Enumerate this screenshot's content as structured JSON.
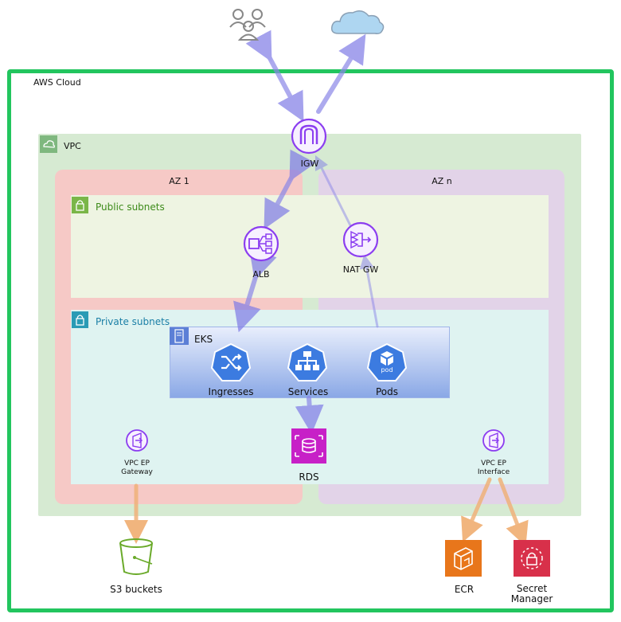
{
  "aws_cloud": {
    "label": "AWS Cloud"
  },
  "vpc": {
    "label": "VPC"
  },
  "az1": {
    "label": "AZ 1"
  },
  "azn": {
    "label": "AZ n"
  },
  "public_subnets": {
    "label": "Public subnets"
  },
  "private_subnets": {
    "label": "Private subnets"
  },
  "eks": {
    "label": "EKS"
  },
  "nodes": {
    "igw": "IGW",
    "alb": "ALB",
    "nat_gw": "NAT GW",
    "ingresses": "Ingresses",
    "services": "Services",
    "pods": "Pods",
    "pod_badge": "pod",
    "rds": "RDS",
    "vpc_ep_gateway": "VPC EP\nGateway",
    "vpc_ep_interface": "VPC EP\nInterface",
    "s3": "S3 buckets",
    "ecr": "ECR",
    "secret_manager": "Secret\nManager"
  },
  "colors": {
    "aws_border": "#22c55e",
    "vpc_fill": "#d6ead2",
    "az1_fill": "#f6c9c6",
    "azn_fill": "#e2d3e8",
    "public_fill": "#eef4e2",
    "private_fill": "#dff3f1",
    "eks_gradient_top": "#e8eefc",
    "eks_gradient_bottom": "#8aa8e6",
    "flow_blue": "#8b87e8",
    "flow_orange": "#f0b27a",
    "hex_blue": "#3c7be0",
    "rds_magenta": "#c720c7",
    "ecr_orange": "#e8761b",
    "secret_red": "#d8304a",
    "purple_icon": "#8b3df0"
  }
}
